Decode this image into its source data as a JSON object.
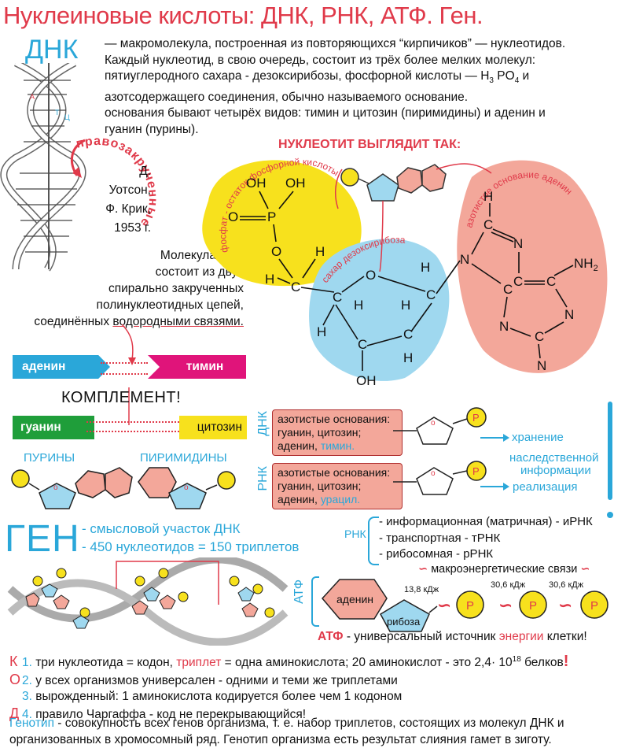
{
  "title": "Нуклеиновые кислоты: ДНК, РНК, АТФ. Ген.",
  "dna_heading": "ДНК",
  "intro": {
    "line1": "— макромолекула, построенная из повторяющихся “кирпичиков” — нуклеотидов.",
    "line2": "Каждый нуклеотид, в свою очередь, состоит из трёх более мелких молекул:",
    "line3a": "пятиуглеродного сахара - дезоксирибозы, фосфорной кислоты — H",
    "line3_sub3": "3",
    "line3_po": " PO",
    "line3_sub4": "4",
    "line3b": " и",
    "line4": "азотсодержащего соединения, обычно называемого основание.",
    "line5": "основания бывают четырёх видов: тимин и цитозин (пиримидины) и аденин и",
    "line6": "гуанин (пурины)."
  },
  "helix": {
    "twist_label": "правозакрученные",
    "letters": [
      "А",
      "Т",
      "Ц"
    ]
  },
  "authors": [
    "Д. Уотсон,",
    "Ф. Крик,",
    "1953 г."
  ],
  "molecule_text": {
    "l1": "Молекула ДНК",
    "l2": "состоит из двух",
    "l3": "спирально закрученных",
    "l4": "полинуклеотидных цепей,",
    "l5a": "соединённых ",
    "l5b": "водородными связями."
  },
  "nucleotide": {
    "heading": "НУКЛЕОТИТ ВЫГЛЯДИТ ТАК:",
    "phosphate_label": "фосфат - остаток фосфорной кислоты",
    "sugar_label": "сахар дезоксирибоза",
    "base_label": "азотистое основание аденин",
    "atoms": {
      "OH": "OH",
      "O": "O",
      "P": "P",
      "H": "H",
      "C": "C",
      "N": "N",
      "NH2": "NH",
      "sub2": "2"
    }
  },
  "pairs": {
    "adenine": "аденин",
    "thymine": "тимин",
    "guanine": "гуанин",
    "cytosine": "цитозин",
    "complement": "КОМПЛЕМЕНТ!",
    "purines": "ПУРИНЫ",
    "pyrimidines": "ПИРИМИДИНЫ"
  },
  "dnk_box": {
    "side": "ДНК",
    "l1": "азотистые основания:",
    "l2": "гуанин, цитозин;",
    "l3a": "аденин, ",
    "l3b": "тимин."
  },
  "rnk_box": {
    "side": "РНК",
    "l1": "азотистые основания:",
    "l2": "гуанин, цитозин;",
    "l3a": "аденин, ",
    "l3b": "урацил."
  },
  "roles": {
    "store": "хранение",
    "info1": "наследственной",
    "info2": "информации",
    "real": "реализация"
  },
  "p_letter": "P",
  "gene": {
    "heading": "ГЕН",
    "l1": "- смысловой участок ДНК",
    "l2": "- 450 нуклеотидов = 150 триплетов"
  },
  "rnk_types": {
    "label": "РНК",
    "i1": "- информационная (матричная) - иРНК",
    "i2": "- транспортная  - тРНК",
    "i3": "- рибосомная - рРНК"
  },
  "atf": {
    "side": "АТФ",
    "macro": "макроэнергетические связи",
    "energy": [
      "13,8 кДж",
      "30,6 кДж",
      "30,6 кДж"
    ],
    "adenine": "аденин",
    "ribose": "рибоза",
    "line_a": "АТФ",
    "line_b": " - универсальный источник ",
    "line_c": "энергии",
    "line_d": " клетки!"
  },
  "code": {
    "letters": [
      "К",
      "О",
      "Д"
    ],
    "i1a": " три нуклеотида = кодон, ",
    "i1b": "триплет",
    "i1c": " = одна аминокислота; 20 аминокислот - это 2,4· 10",
    "i1exp": "18",
    "i1d": " белков",
    "i1e": "!",
    "n1": "1.",
    "n2": "2.",
    "n3": "3.",
    "n4": "4.",
    "i2": " у всех организмов универсален - одними и теми же триплетами",
    "i3": " вырожденный: 1 аминокислота кодируется более чем 1 кодоном",
    "i4": " правило Чаргаффа - код не перекрывающийся!"
  },
  "genotype": {
    "term": "Генотип",
    "text": " - совокупность всех генов организма, т. е. набор триплетов, состоящих из молекул ДНК и организованных в хромосомный ряд. Генотип организма есть результат слияния гамет в зиготу."
  },
  "colors": {
    "red": "#e03a4a",
    "blue": "#2aa7d9",
    "yellow": "#f7e11d",
    "salmon": "#f3a79a",
    "green": "#1f9e3a",
    "magenta": "#e0147a"
  }
}
